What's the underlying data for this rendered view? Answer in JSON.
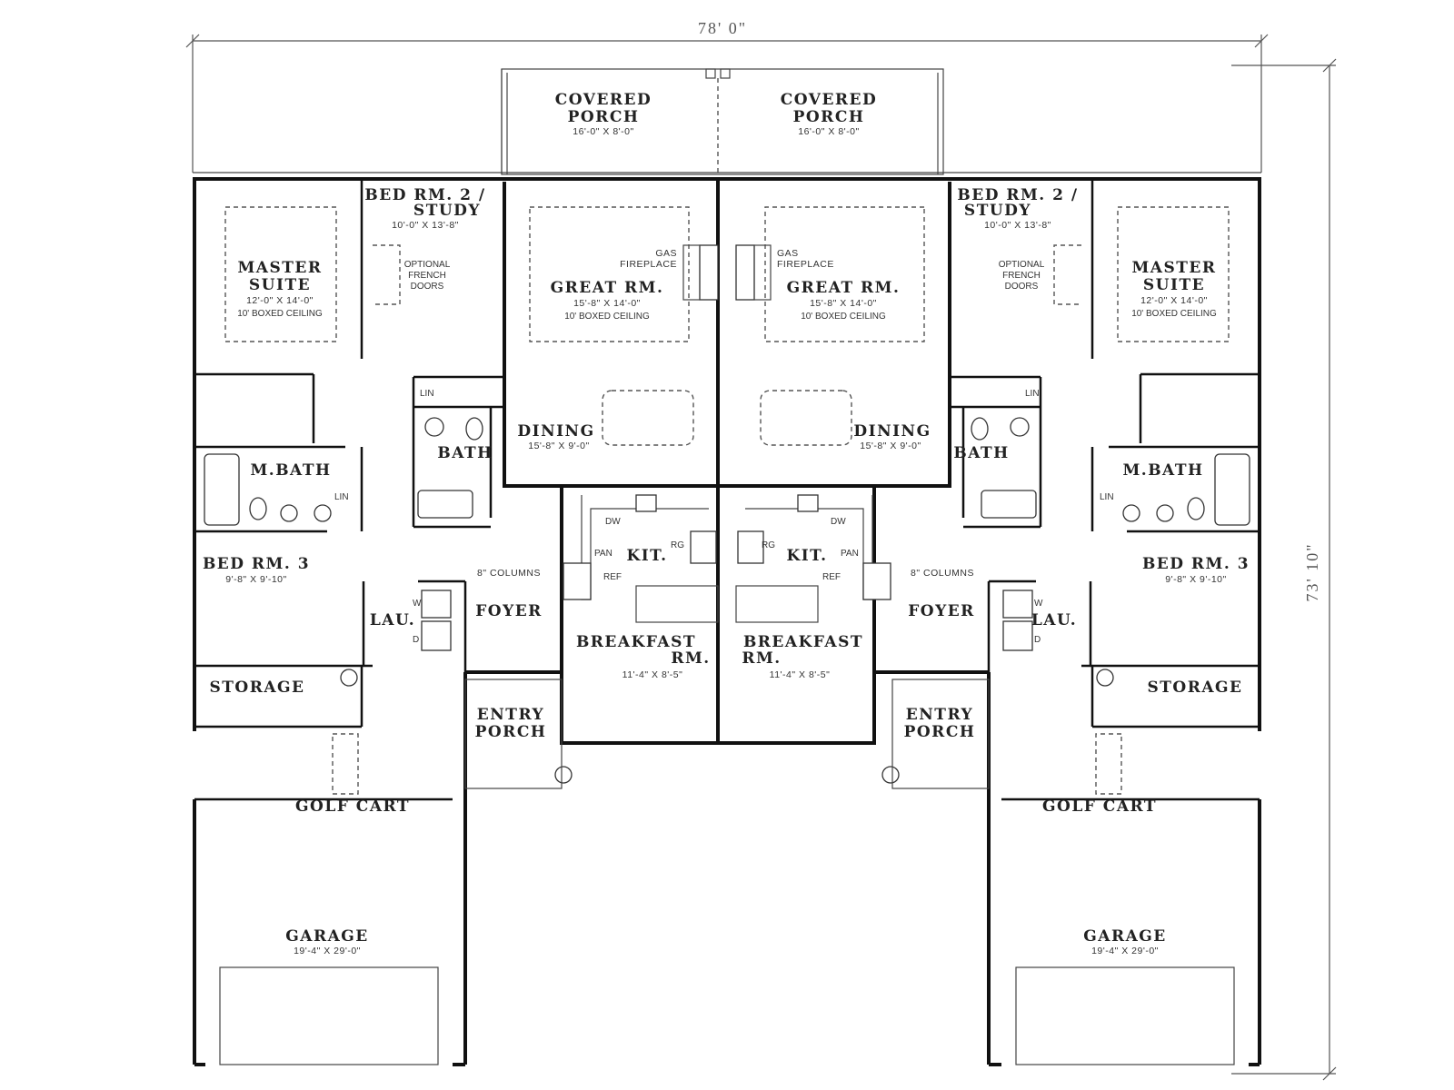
{
  "dimensions": {
    "overall_width": "78' 0\"",
    "overall_depth": "73' 10\""
  },
  "porches": {
    "left": {
      "name_line1": "COVERED",
      "name_line2": "PORCH",
      "size": "16'-0\" X 8'-0\""
    },
    "right": {
      "name_line1": "COVERED",
      "name_line2": "PORCH",
      "size": "16'-0\" X 8'-0\""
    }
  },
  "units": {
    "left": {
      "master_suite": {
        "line1": "MASTER",
        "line2": "SUITE",
        "size": "12'-0\" X 14'-0\"",
        "note": "10' BOXED CEILING"
      },
      "bed2": {
        "line1": "BED RM. 2 /",
        "line2": "STUDY",
        "size": "10'-0\" X 13'-8\"",
        "note1": "OPTIONAL",
        "note2": "FRENCH",
        "note3": "DOORS"
      },
      "great_room": {
        "name": "GREAT RM.",
        "size": "15'-8\" X 14'-0\"",
        "note": "10' BOXED CEILING",
        "fireplace1": "GAS",
        "fireplace2": "FIREPLACE"
      },
      "dining": {
        "name": "DINING",
        "size": "15'-8\" X 9'-0\""
      },
      "bath": "BATH",
      "lin": "LIN",
      "mbath": "M.BATH",
      "mbath_lin": "LIN",
      "bed3": {
        "name": "BED RM. 3",
        "size": "9'-8\" X 9'-10\""
      },
      "lau": "LAU.",
      "washer": "W",
      "dryer": "D",
      "columns": "8\" COLUMNS",
      "foyer": "FOYER",
      "kitchen": {
        "name": "KIT.",
        "dw": "DW",
        "pan": "PAN",
        "ref": "REF",
        "rg": "RG"
      },
      "breakfast": {
        "line1": "BREAKFAST",
        "line2": "RM.",
        "size": "11'-4\" X 8'-5\""
      },
      "storage": "STORAGE",
      "entry_porch": {
        "line1": "ENTRY",
        "line2": "PORCH"
      },
      "golf_cart": "GOLF CART",
      "garage": {
        "name": "GARAGE",
        "size": "19'-4\" X 29'-0\""
      }
    },
    "right": {
      "master_suite": {
        "line1": "MASTER",
        "line2": "SUITE",
        "size": "12'-0\" X 14'-0\"",
        "note": "10' BOXED CEILING"
      },
      "bed2": {
        "line1": "BED RM. 2 /",
        "line2": "STUDY",
        "size": "10'-0\" X 13'-8\"",
        "note1": "OPTIONAL",
        "note2": "FRENCH",
        "note3": "DOORS"
      },
      "great_room": {
        "name": "GREAT RM.",
        "size": "15'-8\" X 14'-0\"",
        "note": "10' BOXED CEILING",
        "fireplace1": "GAS",
        "fireplace2": "FIREPLACE"
      },
      "dining": {
        "name": "DINING",
        "size": "15'-8\" X 9'-0\""
      },
      "bath": "BATH",
      "lin": "LIN",
      "mbath": "M.BATH",
      "mbath_lin": "LIN",
      "bed3": {
        "name": "BED RM. 3",
        "size": "9'-8\" X 9'-10\""
      },
      "lau": "LAU.",
      "washer": "W",
      "dryer": "D",
      "columns": "8\" COLUMNS",
      "foyer": "FOYER",
      "kitchen": {
        "name": "KIT.",
        "dw": "DW",
        "pan": "PAN",
        "ref": "REF",
        "rg": "RG"
      },
      "breakfast": {
        "line1": "BREAKFAST",
        "line2": "RM.",
        "size": "11'-4\" X 8'-5\""
      },
      "storage": "STORAGE",
      "entry_porch": {
        "line1": "ENTRY",
        "line2": "PORCH"
      },
      "golf_cart": "GOLF CART",
      "garage": {
        "name": "GARAGE",
        "size": "19'-4\" X 29'-0\""
      }
    }
  }
}
